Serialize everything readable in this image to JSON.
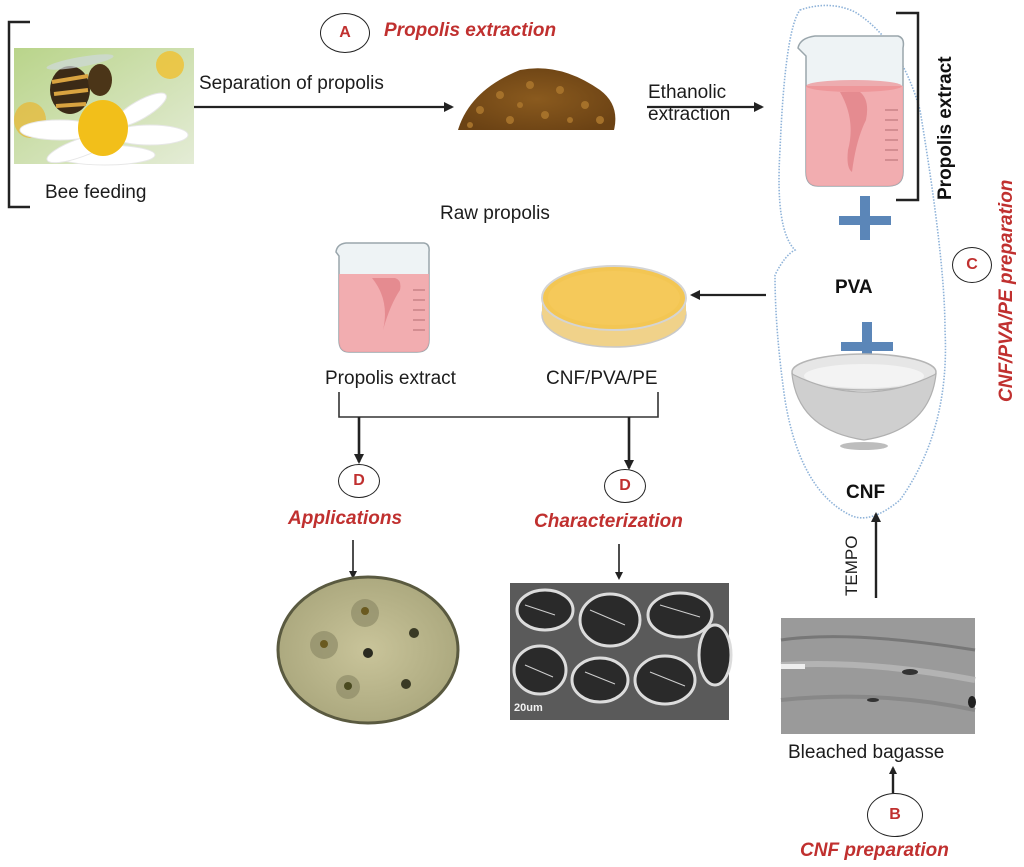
{
  "sections": {
    "A": {
      "badge": "A",
      "title": "Propolis extraction"
    },
    "B": {
      "badge": "B",
      "title": "CNF preparation"
    },
    "C": {
      "badge": "C",
      "title": "CNF/PVA/PE preparation"
    },
    "D1": {
      "badge": "D",
      "title": "Applications"
    },
    "D2": {
      "badge": "D",
      "title": "Characterization"
    }
  },
  "labels": {
    "bee_feeding": "Bee feeding",
    "separation": "Separation of propolis",
    "raw_propolis": "Raw propolis",
    "ethanolic_1": "Ethanolic",
    "ethanolic_2": "extraction",
    "propolis_extract_vertical": "Propolis extract",
    "pva": "PVA",
    "cnf": "CNF",
    "tempo": "TEMPO",
    "bleached_bagasse": "Bleached bagasse",
    "propolis_extract": "Propolis extract",
    "composite": "CNF/PVA/PE",
    "scale_bar": "20um"
  },
  "colors": {
    "accent_red": "#c0302f",
    "plus_blue": "#5b86b8",
    "outline_blue": "#8fb3d9",
    "liquid_pink": "#f2a5a8",
    "film_yellow": "#f3c653"
  }
}
